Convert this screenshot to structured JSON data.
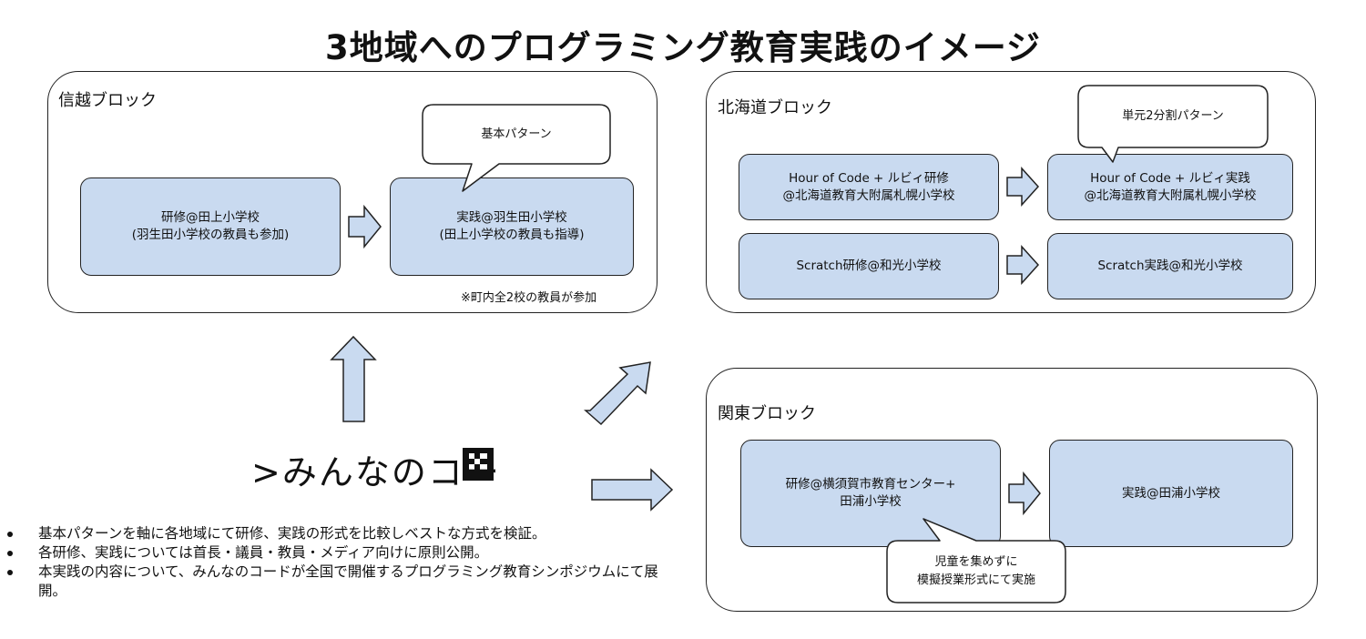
{
  "title": "3地域へのプログラミング教育実践のイメージ",
  "shinetsu": {
    "label": "信越ブロック",
    "training": "研修@田上小学校\n(羽生田小学校の教員も参加)",
    "practice": "実践@羽生田小学校\n(田上小学校の教員も指導)",
    "callout": "基本パターン",
    "note": "※町内全2校の教員が参加"
  },
  "hokkaido": {
    "label": "北海道ブロック",
    "callout": "単元2分割パターン",
    "row1_training": "Hour of Code + ルビィ研修\n@北海道教育大附属札幌小学校",
    "row1_practice": "Hour of Code + ルビィ実践\n@北海道教育大附属札幌小学校",
    "row2_training": "Scratch研修@和光小学校",
    "row2_practice": "Scratch実践@和光小学校"
  },
  "kanto": {
    "label": "関東ブロック",
    "training": "研修@横須賀市教育センター+\n田浦小学校",
    "practice": "実践@田浦小学校",
    "callout": "児童を集めずに\n模擬授業形式にて実施"
  },
  "logo": {
    "text": ">みんなのコー"
  },
  "bullets": [
    "基本パターンを軸に各地域にて研修、実践の形式を比較しベストな方式を検証。",
    "各研修、実践については首長・議員・教員・メディア向けに原則公開。",
    "本実践の内容について、みんなのコードが全国で開催するプログラミング教育シンポジウムにて展開。"
  ],
  "colors": {
    "box_fill": "#c9daf0",
    "stroke": "#222222"
  }
}
